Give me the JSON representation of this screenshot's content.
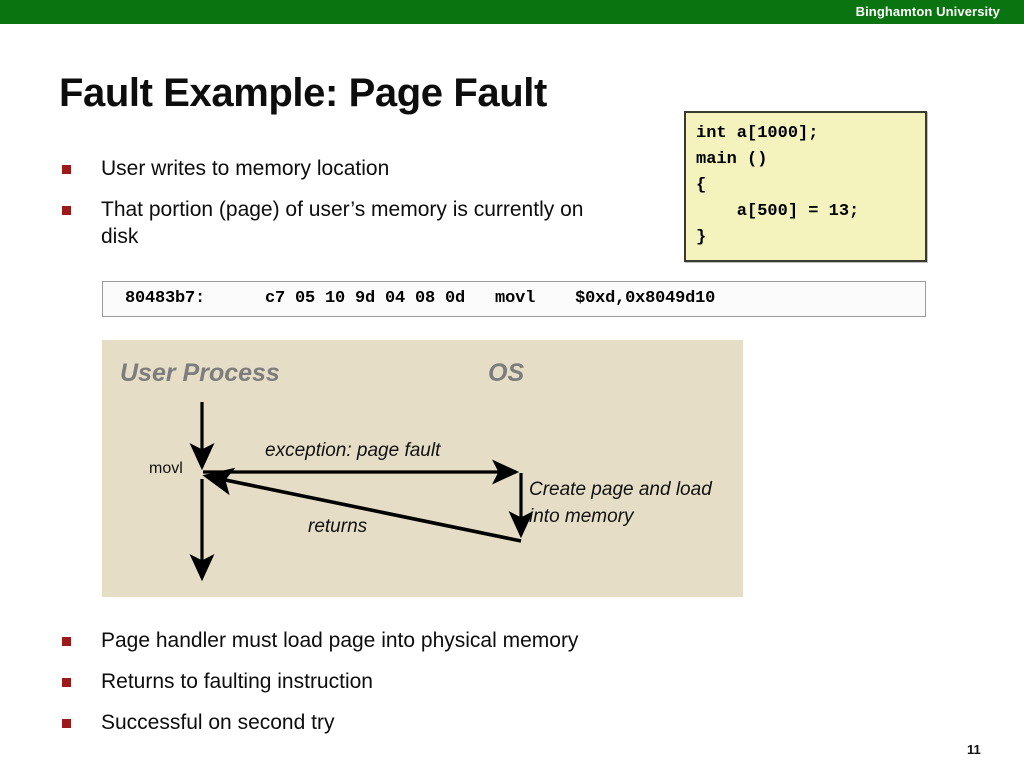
{
  "header": {
    "brand": "Binghamton University",
    "bar_color": "#0a7510"
  },
  "slide": {
    "title": "Fault Example: Page Fault",
    "page_number": "11",
    "bullet_color": "#9d1a1a"
  },
  "bullets_top": [
    "User writes to memory location",
    "That portion (page) of user’s memory is currently on disk"
  ],
  "bullets_bottom": [
    "Page handler must load page into physical memory",
    "Returns to faulting instruction",
    "Successful on second try"
  ],
  "code_box": {
    "background": "#f4f2bd",
    "text": "int a[1000];\nmain ()\n{\n    a[500] = 13;\n}"
  },
  "asm_box": {
    "text": "80483b7:      c7 05 10 9d 04 08 0d   movl    $0xd,0x8049d10"
  },
  "diagram": {
    "background": "#e5ddc6",
    "lane_user": "User Process",
    "lane_os": "OS",
    "label_instruction": "movl",
    "label_exception": "exception: page fault",
    "label_returns": "returns",
    "label_create": "Create page and load into memory"
  }
}
